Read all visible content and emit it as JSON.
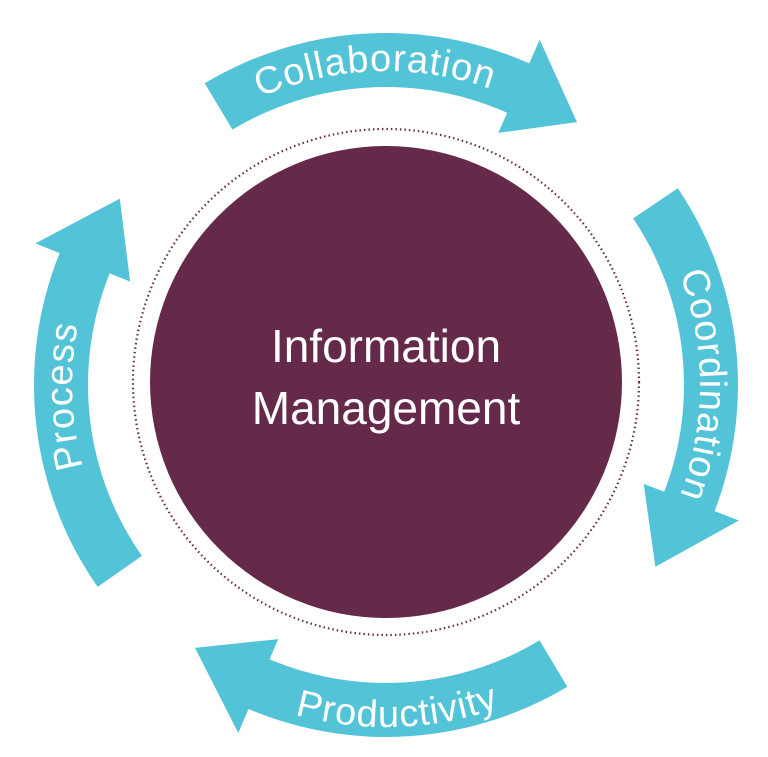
{
  "colors": {
    "arrow": "#53c3d8",
    "center": "#652a4a",
    "ring": "#652a4a",
    "text": "#ffffff",
    "background": "#ffffff"
  },
  "center": {
    "line1": "Information",
    "line2": "Management"
  },
  "arrows": [
    {
      "id": "collaboration",
      "label": "Collaboration"
    },
    {
      "id": "coordination",
      "label": "Coordination"
    },
    {
      "id": "productivity",
      "label": "Productivity"
    },
    {
      "id": "process",
      "label": "Process"
    }
  ]
}
